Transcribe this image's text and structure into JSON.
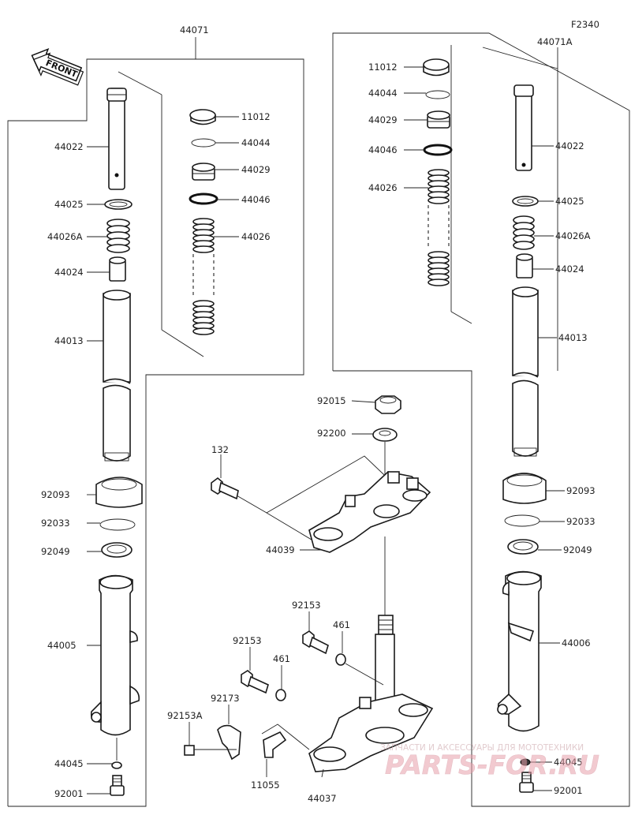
{
  "diagram": {
    "code": "F2340",
    "front_label": "FRONT",
    "labels": {
      "left_assembly": "44071",
      "right_assembly": "44071A",
      "l_inner_tube": "44022",
      "l_ring": "44025",
      "l_spring_short": "44026A",
      "l_collar": "44024",
      "l_outer_tube": "44013",
      "l_cap": "11012",
      "l_circlip": "44044",
      "l_piston": "44029",
      "l_oring": "44046",
      "l_spring_long": "44026",
      "l_dust_seal": "92093",
      "l_snap_ring": "92033",
      "l_oil_seal": "92049",
      "l_bottom_case": "44005",
      "l_washer": "44045",
      "l_bolt": "92001",
      "r_cap": "11012",
      "r_circlip": "44044",
      "r_piston": "44029",
      "r_oring": "44046",
      "r_spring_long": "44026",
      "r_inner_tube": "44022",
      "r_ring": "44025",
      "r_spring_short": "44026A",
      "r_collar": "44024",
      "r_outer_tube": "44013",
      "r_dust_seal": "92093",
      "r_snap_ring": "92033",
      "r_oil_seal": "92049",
      "r_bottom_case": "44006",
      "r_washer": "44045",
      "r_bolt": "92001",
      "nut": "92015",
      "top_washer": "92200",
      "upper_bolt": "132",
      "upper_bracket": "44039",
      "bolt_a": "92153",
      "washer_a": "461",
      "bolt_b": "92153",
      "washer_b": "461",
      "clamp": "92173",
      "bolt_c": "92153A",
      "stay": "11055",
      "stem": "44037"
    },
    "watermark_caption": "ЗАПЧАСТИ И АКСЕССУАРЫ ДЛЯ МОТОТЕХНИКИ",
    "watermark_logo": "PARTS-FOR.RU"
  }
}
